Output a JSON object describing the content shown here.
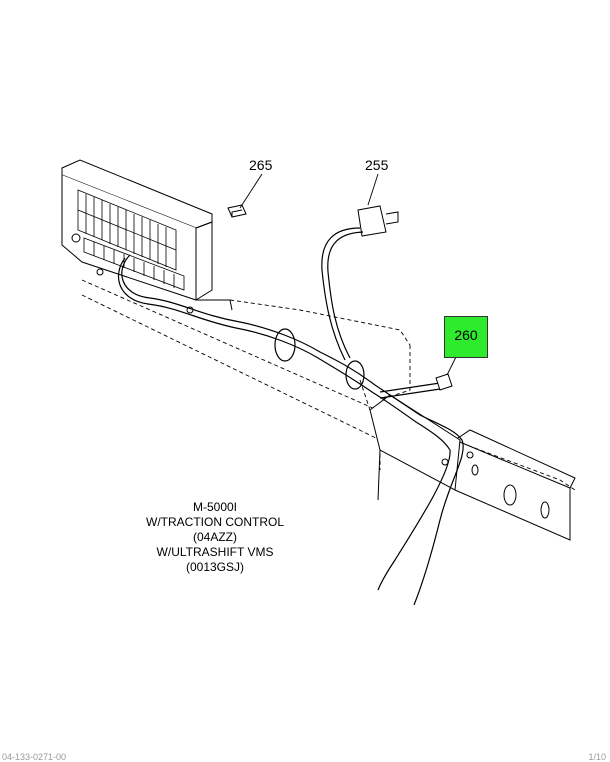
{
  "callouts": {
    "part_265": "265",
    "part_255": "255",
    "part_260": "260"
  },
  "caption": {
    "line1": "M-5000I",
    "line2": "W/TRACTION CONTROL",
    "line3": "(04AZZ)",
    "line4": "W/ULTRASHIFT VMS",
    "line5": "(0013GSJ)"
  },
  "footer": {
    "left": "04-133-0271-00",
    "right": "1/10"
  },
  "colors": {
    "highlight": "#2eeb2e",
    "line": "#000000"
  }
}
